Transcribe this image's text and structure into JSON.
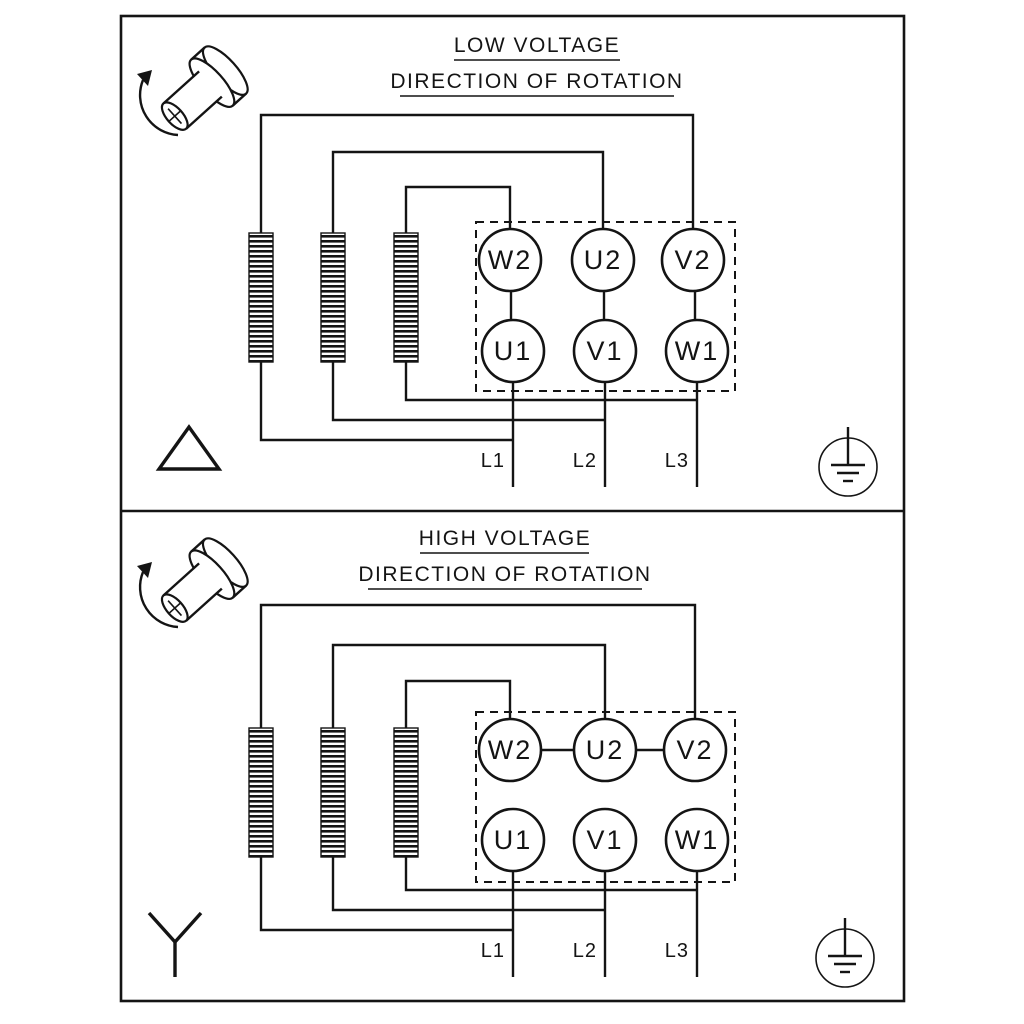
{
  "diagram": {
    "panels": [
      {
        "title": "LOW VOLTAGE",
        "subtitle": "DIRECTION OF ROTATION",
        "connection": "delta",
        "terminals": {
          "top": [
            "W2",
            "U2",
            "V2"
          ],
          "bottom": [
            "U1",
            "V1",
            "W1"
          ]
        },
        "supply": [
          "L1",
          "L2",
          "L3"
        ]
      },
      {
        "title": "HIGH VOLTAGE",
        "subtitle": "DIRECTION OF ROTATION",
        "connection": "star",
        "terminals": {
          "top": [
            "W2",
            "U2",
            "V2"
          ],
          "bottom": [
            "U1",
            "V1",
            "W1"
          ]
        },
        "supply": [
          "L1",
          "L2",
          "L3"
        ]
      }
    ],
    "colors": {
      "ink": "#141414",
      "paper": "#ffffff"
    }
  }
}
